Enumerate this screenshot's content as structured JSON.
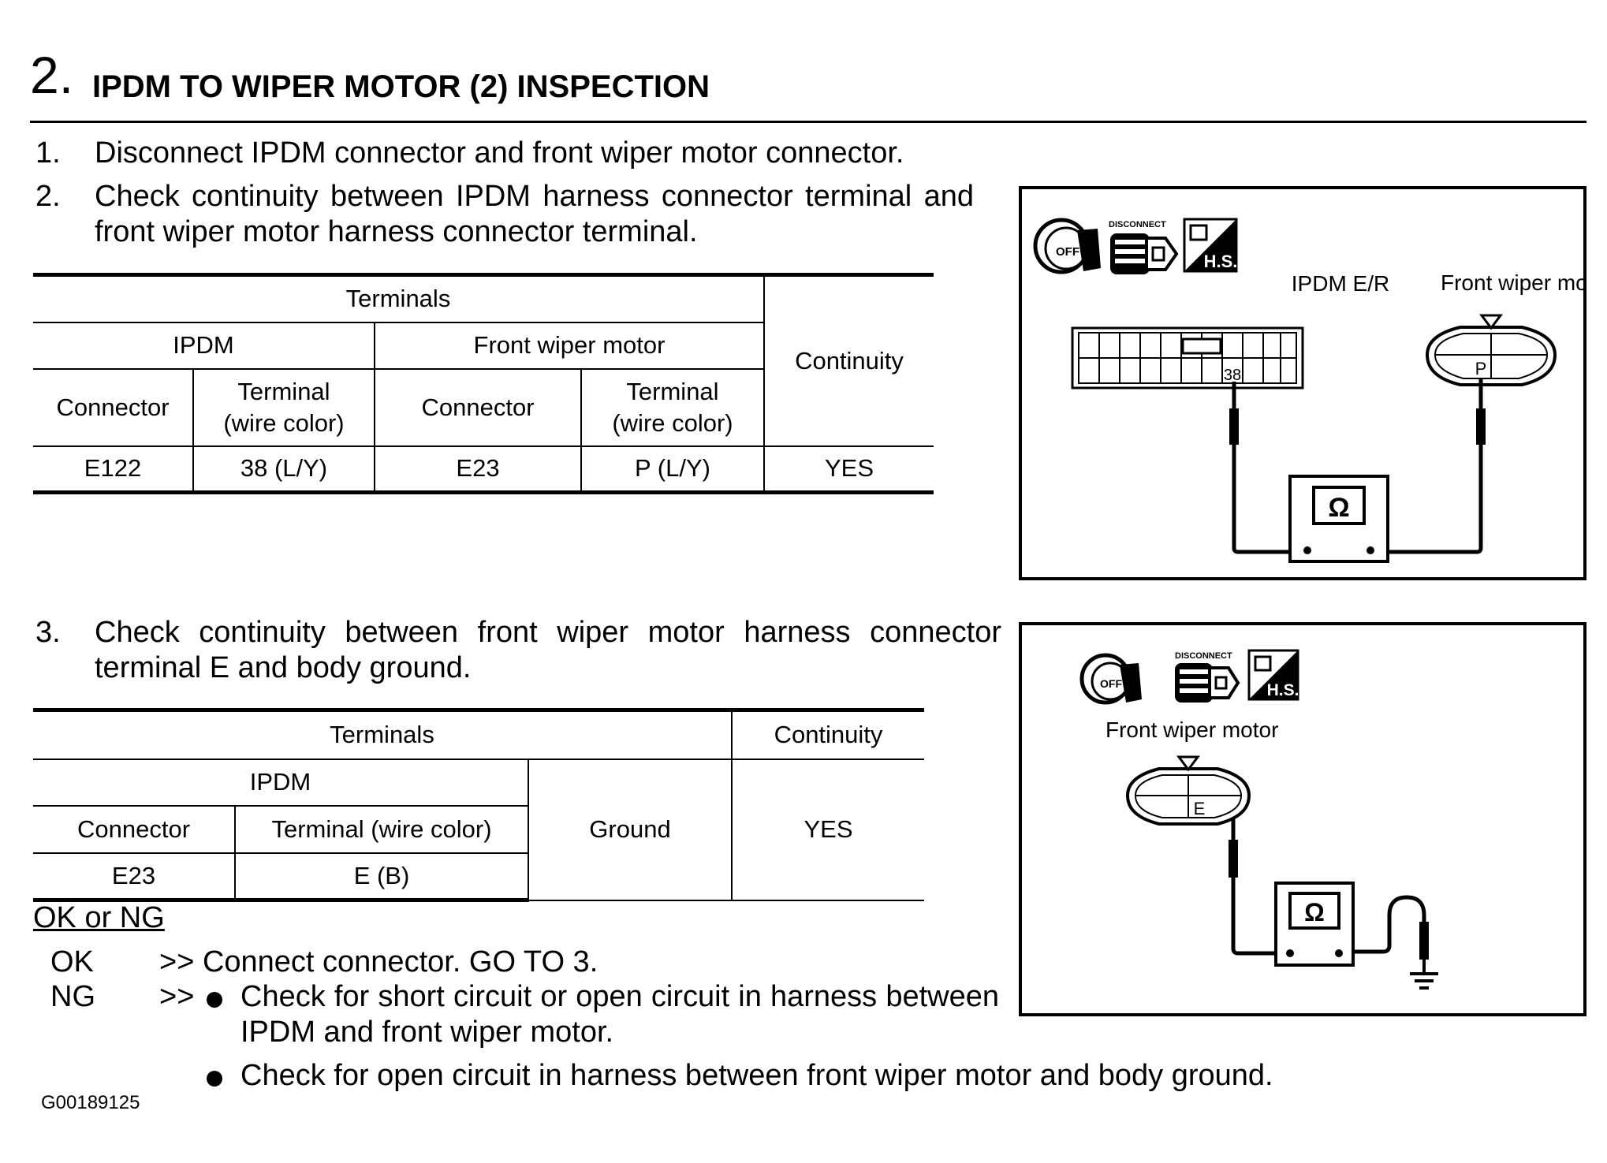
{
  "section": {
    "number": "2.",
    "title": "IPDM TO WIPER MOTOR (2) INSPECTION"
  },
  "steps": [
    {
      "num": "1.",
      "text": "Disconnect IPDM connector and front wiper motor connector."
    },
    {
      "num": "2.",
      "text": "Check continuity between IPDM harness connector terminal and front wiper motor harness connector terminal."
    },
    {
      "num": "3.",
      "text": "Check continuity between front wiper motor harness connector terminal E and body ground."
    }
  ],
  "table1": {
    "terminals": "Terminals",
    "ipdm": "IPDM",
    "front_wiper_motor": "Front wiper motor",
    "continuity": "Continuity",
    "connector": "Connector",
    "terminal_line1": "Terminal",
    "terminal_line2": "(wire color)",
    "row": {
      "ipdm_connector": "E122",
      "ipdm_terminal": "38 (L/Y)",
      "motor_connector": "E23",
      "motor_terminal": "P (L/Y)",
      "continuity": "YES"
    }
  },
  "table2": {
    "terminals": "Terminals",
    "continuity": "Continuity",
    "ipdm": "IPDM",
    "connector": "Connector",
    "terminal": "Terminal (wire color)",
    "ground": "Ground",
    "yes": "YES",
    "row": {
      "connector": "E23",
      "terminal": "E (B)"
    }
  },
  "result": {
    "heading": "OK or NG",
    "ok_label": "OK",
    "ok_text": ">> Connect connector. GO TO 3.",
    "ng_label": "NG",
    "ng_arrow": ">>",
    "ng_bullets": [
      "Check for short circuit or open circuit in harness between IPDM and front wiper motor.",
      "Check for open circuit in harness between front wiper motor and body ground."
    ]
  },
  "figure1": {
    "ignition_label": "OFF",
    "disconnect_label": "DISCONNECT",
    "hs_label": "H.S.",
    "ipdm_label": "IPDM E/R",
    "motor_label": "Front wiper motor",
    "terminal_38": "38",
    "terminal_p": "P",
    "ohm": "Ω"
  },
  "figure2": {
    "ignition_label": "OFF",
    "disconnect_label": "DISCONNECT",
    "hs_label": "H.S.",
    "motor_label": "Front wiper motor",
    "terminal_e": "E",
    "ohm": "Ω"
  },
  "figure_code": "G00189125"
}
